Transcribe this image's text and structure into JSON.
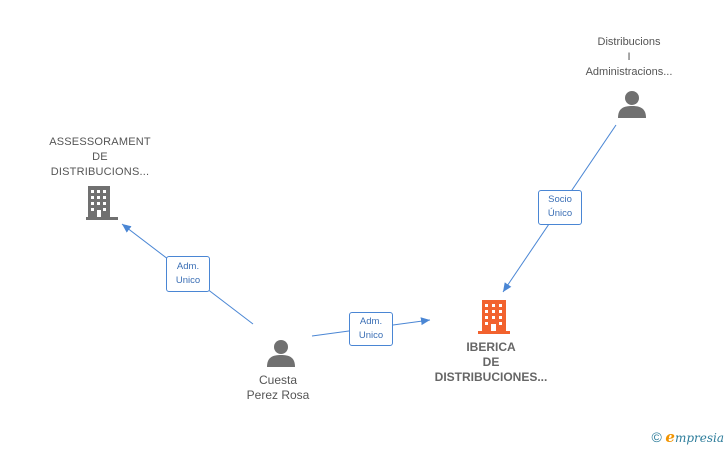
{
  "nodes": {
    "assessorament": {
      "type": "company",
      "lines": [
        "ASSESSORAMENT",
        "DE",
        "DISTRIBUCIONS..."
      ]
    },
    "administracions": {
      "type": "person",
      "lines": [
        "Distribucions",
        "I",
        "Administracions..."
      ]
    },
    "iberica": {
      "type": "company-focus",
      "lines": [
        "IBERICA",
        "DE",
        "DISTRIBUCIONES..."
      ]
    },
    "cuesta": {
      "type": "person",
      "lines": [
        "Cuesta",
        "Perez Rosa"
      ]
    }
  },
  "edges": [
    {
      "from": "cuesta",
      "to": "assessorament",
      "label": [
        "Adm.",
        "Unico"
      ]
    },
    {
      "from": "cuesta",
      "to": "iberica",
      "label": [
        "Adm.",
        "Unico"
      ]
    },
    {
      "from": "administracions",
      "to": "iberica",
      "label": [
        "Socio",
        "Único"
      ]
    }
  ],
  "colors": {
    "edge": "#4a86d4",
    "icon_gray": "#707070",
    "icon_focus": "#f2622e"
  },
  "watermark": {
    "symbol": "©",
    "brand_initial": "e",
    "brand_rest": "mpresia"
  }
}
